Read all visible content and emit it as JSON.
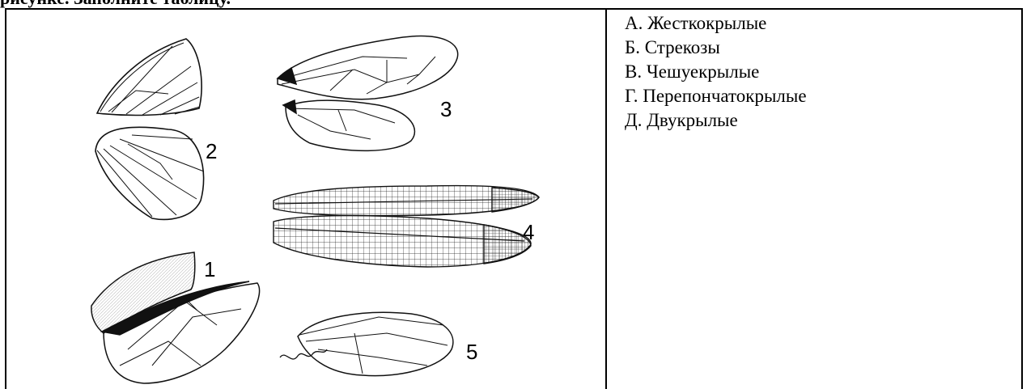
{
  "heading": "рисунке. Заполните таблицу.",
  "figure": {
    "labels": [
      "1",
      "2",
      "3",
      "4",
      "5"
    ]
  },
  "orders": [
    "А. Жесткокрылые",
    "Б. Стрекозы",
    "В. Чешуекрылые",
    "Г. Перепончатокрылые",
    "Д. Двукрылые"
  ]
}
